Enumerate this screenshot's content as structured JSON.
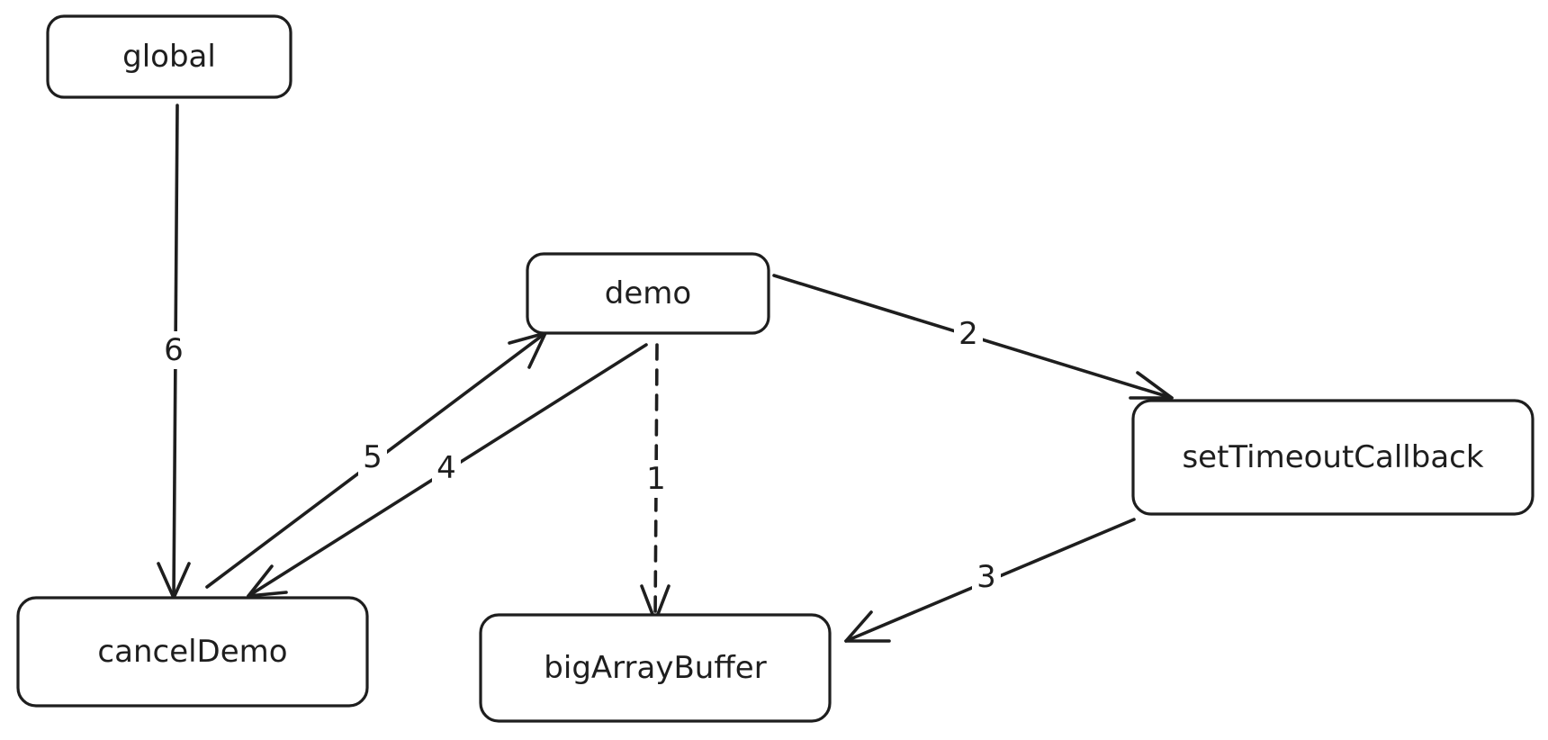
{
  "nodes": [
    {
      "id": "global",
      "label": "global"
    },
    {
      "id": "demo",
      "label": "demo"
    },
    {
      "id": "setTimeoutCallback",
      "label": "setTimeoutCallback"
    },
    {
      "id": "cancelDemo",
      "label": "cancelDemo"
    },
    {
      "id": "bigArrayBuffer",
      "label": "bigArrayBuffer"
    }
  ],
  "edges": [
    {
      "id": "e1",
      "from": "demo",
      "to": "bigArrayBuffer",
      "label": "1",
      "style": "dashed"
    },
    {
      "id": "e2",
      "from": "demo",
      "to": "setTimeoutCallback",
      "label": "2",
      "style": "solid"
    },
    {
      "id": "e3",
      "from": "setTimeoutCallback",
      "to": "bigArrayBuffer",
      "label": "3",
      "style": "solid"
    },
    {
      "id": "e4",
      "from": "demo",
      "to": "cancelDemo",
      "label": "4",
      "style": "solid"
    },
    {
      "id": "e5",
      "from": "cancelDemo",
      "to": "demo",
      "label": "5",
      "style": "solid"
    },
    {
      "id": "e6",
      "from": "global",
      "to": "cancelDemo",
      "label": "6",
      "style": "solid"
    }
  ]
}
